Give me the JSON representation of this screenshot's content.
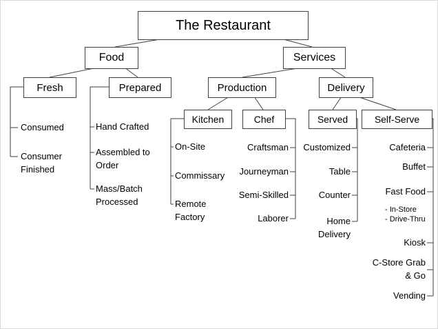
{
  "root": {
    "label": "The Restaurant"
  },
  "food": {
    "label": "Food",
    "fresh": {
      "label": "Fresh",
      "items": [
        "Consumed",
        "Consumer Finished"
      ]
    },
    "prepared": {
      "label": "Prepared",
      "items": [
        "Hand Crafted",
        "Assembled to Order",
        "Mass/Batch Processed"
      ]
    }
  },
  "services": {
    "label": "Services",
    "production": {
      "label": "Production",
      "kitchen": {
        "label": "Kitchen",
        "items": [
          "On-Site",
          "Commissary",
          "Remote Factory"
        ]
      },
      "chef": {
        "label": "Chef",
        "items": [
          "Craftsman",
          "Journeyman",
          "Semi-Skilled",
          "Laborer"
        ]
      }
    },
    "delivery": {
      "label": "Delivery",
      "served": {
        "label": "Served",
        "items": [
          "Customized",
          "Table",
          "Counter",
          "Home Delivery"
        ]
      },
      "self_serve": {
        "label": "Self-Serve",
        "items": [
          "Cafeteria",
          "Buffet",
          "Fast Food",
          "Kiosk",
          "C-Store Grab & Go",
          "Vending"
        ],
        "fast_food_sub": [
          "- In-Store",
          "- Drive-Thru"
        ]
      }
    }
  }
}
